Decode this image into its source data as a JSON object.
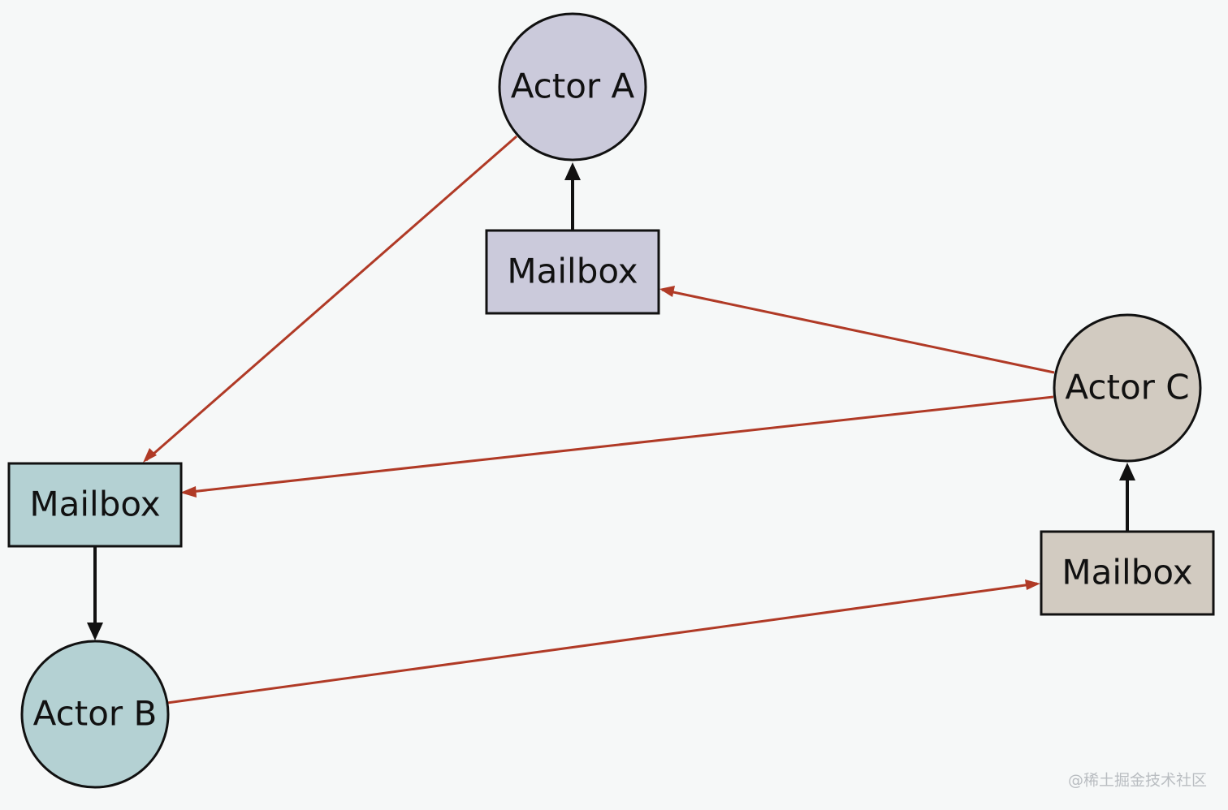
{
  "colors": {
    "background": "#f6f8f8",
    "actor_a_fill": "#cbcadb",
    "actor_b_fill": "#b4d1d3",
    "actor_c_fill": "#d2cbc1",
    "stroke": "#111111",
    "message_arrow": "#b03a26",
    "delivery_arrow": "#111111",
    "watermark": "#b9bdc1"
  },
  "nodes": {
    "actor_a": {
      "label": "Actor A"
    },
    "actor_b": {
      "label": "Actor B"
    },
    "actor_c": {
      "label": "Actor C"
    },
    "mailbox_a": {
      "label": "Mailbox"
    },
    "mailbox_b": {
      "label": "Mailbox"
    },
    "mailbox_c": {
      "label": "Mailbox"
    }
  },
  "edges": [
    {
      "from": "mailbox_a",
      "to": "actor_a",
      "kind": "delivery"
    },
    {
      "from": "mailbox_b",
      "to": "actor_b",
      "kind": "delivery"
    },
    {
      "from": "mailbox_c",
      "to": "actor_c",
      "kind": "delivery"
    },
    {
      "from": "actor_a",
      "to": "mailbox_b",
      "kind": "message"
    },
    {
      "from": "actor_c",
      "to": "mailbox_a",
      "kind": "message"
    },
    {
      "from": "actor_c",
      "to": "mailbox_b",
      "kind": "message"
    },
    {
      "from": "actor_b",
      "to": "mailbox_c",
      "kind": "message"
    }
  ],
  "watermark": "@稀土掘金技术社区"
}
